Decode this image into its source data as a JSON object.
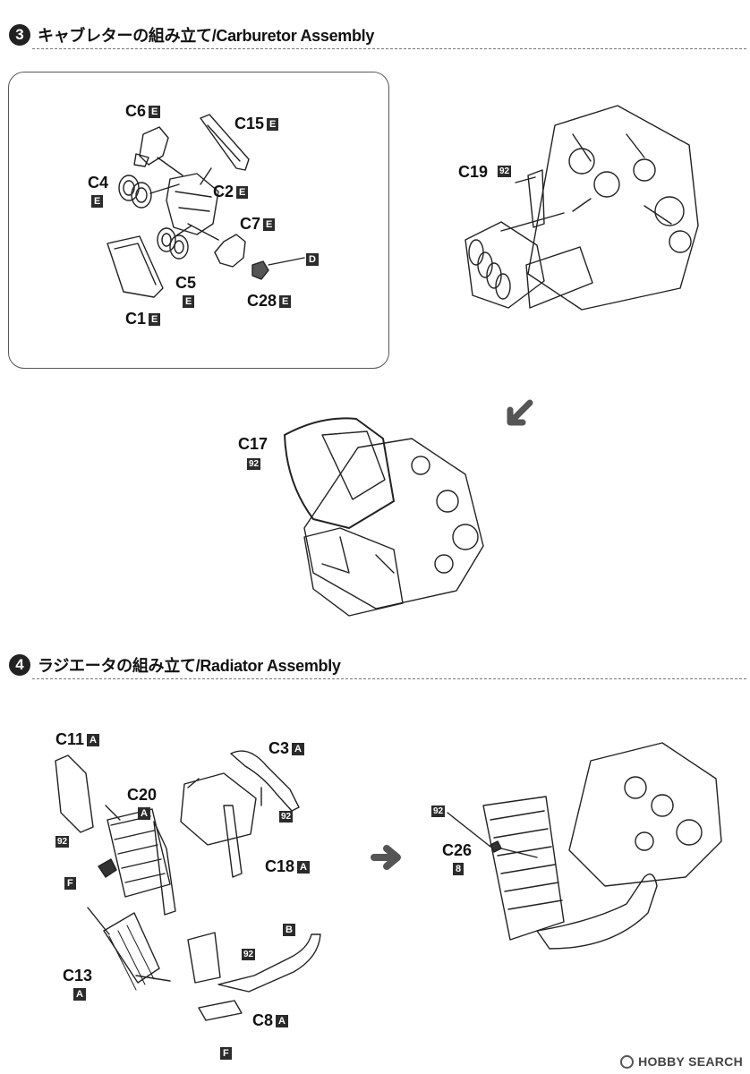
{
  "steps": [
    {
      "number": "3",
      "title": "キャブレターの組み立て/Carburetor Assembly"
    },
    {
      "number": "4",
      "title": "ラジエータの組み立て/Radiator Assembly"
    }
  ],
  "carburetor": {
    "parts": [
      {
        "name": "C6",
        "tag": "E"
      },
      {
        "name": "C15",
        "tag": "E"
      },
      {
        "name": "C4",
        "tag": "E"
      },
      {
        "name": "C2",
        "tag": "E"
      },
      {
        "name": "C7",
        "tag": "E"
      },
      {
        "name": "C5",
        "tag": "E"
      },
      {
        "name": "C28",
        "tag": "E"
      },
      {
        "name": "C1",
        "tag": "E"
      }
    ],
    "detail_tag": "D",
    "engine_callouts": [
      {
        "name": "C19",
        "paint": "92"
      },
      {
        "name": "C17",
        "paint": "92"
      }
    ]
  },
  "radiator": {
    "parts": [
      {
        "name": "C11",
        "tag": "A"
      },
      {
        "name": "C3",
        "tag": "A"
      },
      {
        "name": "C20",
        "tag": "A"
      },
      {
        "name": "C18",
        "tag": "A"
      },
      {
        "name": "C13",
        "tag": "A"
      },
      {
        "name": "C8",
        "tag": "A"
      },
      {
        "name": "C26",
        "tag": "8"
      }
    ],
    "paint_labels": [
      "92",
      "92",
      "92",
      "92"
    ],
    "tags": [
      "F",
      "B",
      "F"
    ]
  },
  "watermark": {
    "text": "HOBBY SEARCH"
  },
  "colors": {
    "ink": "#111111",
    "tag_bg": "#2b2b2b",
    "paper": "#ffffff"
  }
}
